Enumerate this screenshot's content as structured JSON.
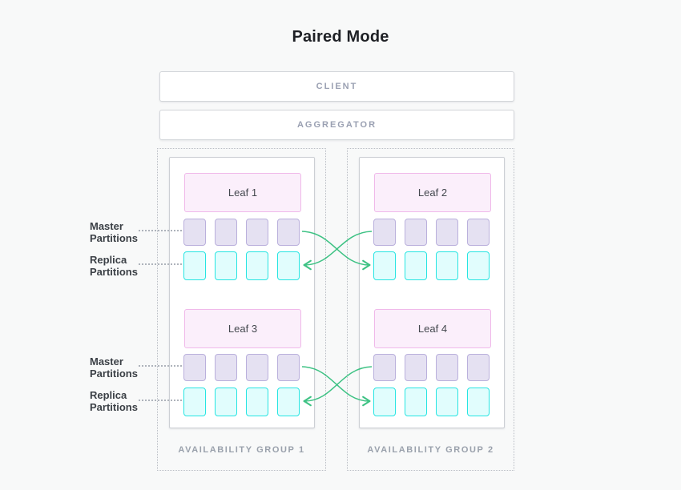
{
  "title": "Paired Mode",
  "tiers": {
    "client": "CLIENT",
    "aggregator": "AGGREGATOR"
  },
  "partition_labels": {
    "master": "Master Partitions",
    "replica": "Replica Partitions"
  },
  "groups": [
    {
      "label": "AVAILABILITY GROUP 1",
      "leaves": [
        {
          "name": "Leaf 1"
        },
        {
          "name": "Leaf 3"
        }
      ]
    },
    {
      "label": "AVAILABILITY GROUP 2",
      "leaves": [
        {
          "name": "Leaf 2"
        },
        {
          "name": "Leaf 4"
        }
      ]
    }
  ],
  "partitions_per_row": 4,
  "colors": {
    "background": "#f8f9f9",
    "master_fill": "#e5e1f2",
    "master_border": "#bab0dc",
    "replica_fill": "#e1fdfd",
    "replica_border": "#26e5e2",
    "leaf_fill": "#fbeffb",
    "leaf_border": "#f0b9ea",
    "arrow_green": "#3ec284",
    "tier_text": "#9aa0b2",
    "group_text": "#9aa1ac"
  }
}
